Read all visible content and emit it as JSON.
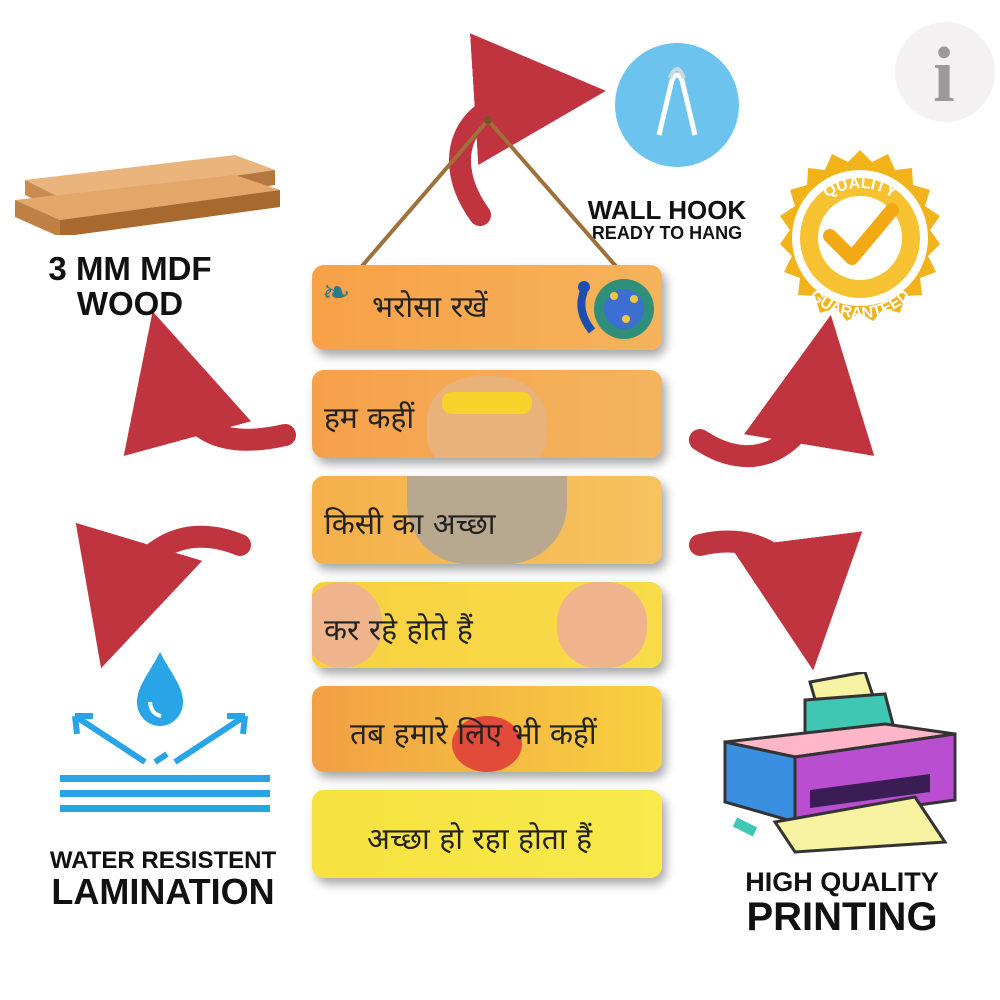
{
  "brand": {
    "logo_letter": "i"
  },
  "features": {
    "wood": {
      "line1": "3 MM MDF",
      "line2": "WOOD"
    },
    "hook": {
      "line1": "WALL HOOK",
      "line2": "READY TO HANG"
    },
    "quality": {
      "top": "QUALITY",
      "bottom": "GUARANTEED"
    },
    "lamination": {
      "line1": "WATER RESISTENT",
      "line2": "LAMINATION"
    },
    "printing": {
      "line1": "HIGH QUALITY",
      "line2": "PRINTING"
    }
  },
  "planks": [
    {
      "text": "भरोसा रखें"
    },
    {
      "text": "हम कहीं"
    },
    {
      "text": "किसी का अच्छा"
    },
    {
      "text": "कर रहे होते हैं"
    },
    {
      "text": "तब हमारे लिए भी कहीं"
    },
    {
      "text": "अच्छा हो रहा होता हैं"
    }
  ],
  "colors": {
    "arrow": "#c0343f",
    "plank_orange": "#f6a24a",
    "plank_yellow": "#f7e23a",
    "gold": "#f2b21a",
    "hook_blue": "#6cc3ee",
    "water_blue": "#29a4e6"
  }
}
